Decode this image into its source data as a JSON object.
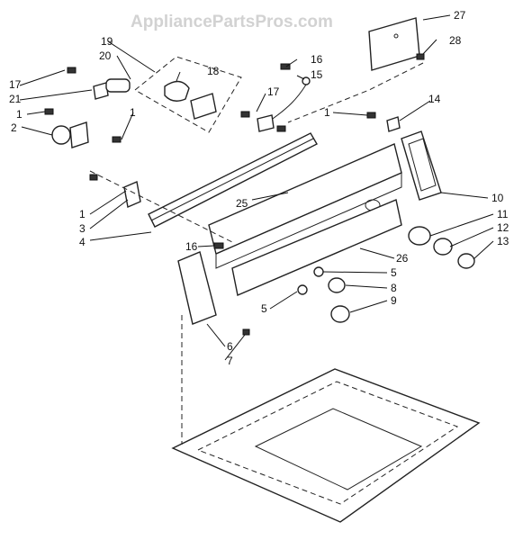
{
  "watermark": "AppliancePartsPros.com",
  "callouts": [
    {
      "id": "27",
      "text": "27"
    },
    {
      "id": "28",
      "text": "28"
    },
    {
      "id": "19",
      "text": "19"
    },
    {
      "id": "20",
      "text": "20"
    },
    {
      "id": "18",
      "text": "18"
    },
    {
      "id": "16a",
      "text": "16"
    },
    {
      "id": "15",
      "text": "15"
    },
    {
      "id": "17a",
      "text": "17"
    },
    {
      "id": "21",
      "text": "21"
    },
    {
      "id": "1a",
      "text": "1"
    },
    {
      "id": "2",
      "text": "2"
    },
    {
      "id": "1b",
      "text": "1"
    },
    {
      "id": "17b",
      "text": "17"
    },
    {
      "id": "1c",
      "text": "1"
    },
    {
      "id": "14",
      "text": "14"
    },
    {
      "id": "10",
      "text": "10"
    },
    {
      "id": "25",
      "text": "25"
    },
    {
      "id": "11",
      "text": "11"
    },
    {
      "id": "1d",
      "text": "1"
    },
    {
      "id": "3",
      "text": "3"
    },
    {
      "id": "4",
      "text": "4"
    },
    {
      "id": "12",
      "text": "12"
    },
    {
      "id": "13",
      "text": "13"
    },
    {
      "id": "16b",
      "text": "16"
    },
    {
      "id": "26",
      "text": "26"
    },
    {
      "id": "5a",
      "text": "5"
    },
    {
      "id": "8",
      "text": "8"
    },
    {
      "id": "5b",
      "text": "5"
    },
    {
      "id": "9",
      "text": "9"
    },
    {
      "id": "6",
      "text": "6"
    },
    {
      "id": "7",
      "text": "7"
    }
  ]
}
